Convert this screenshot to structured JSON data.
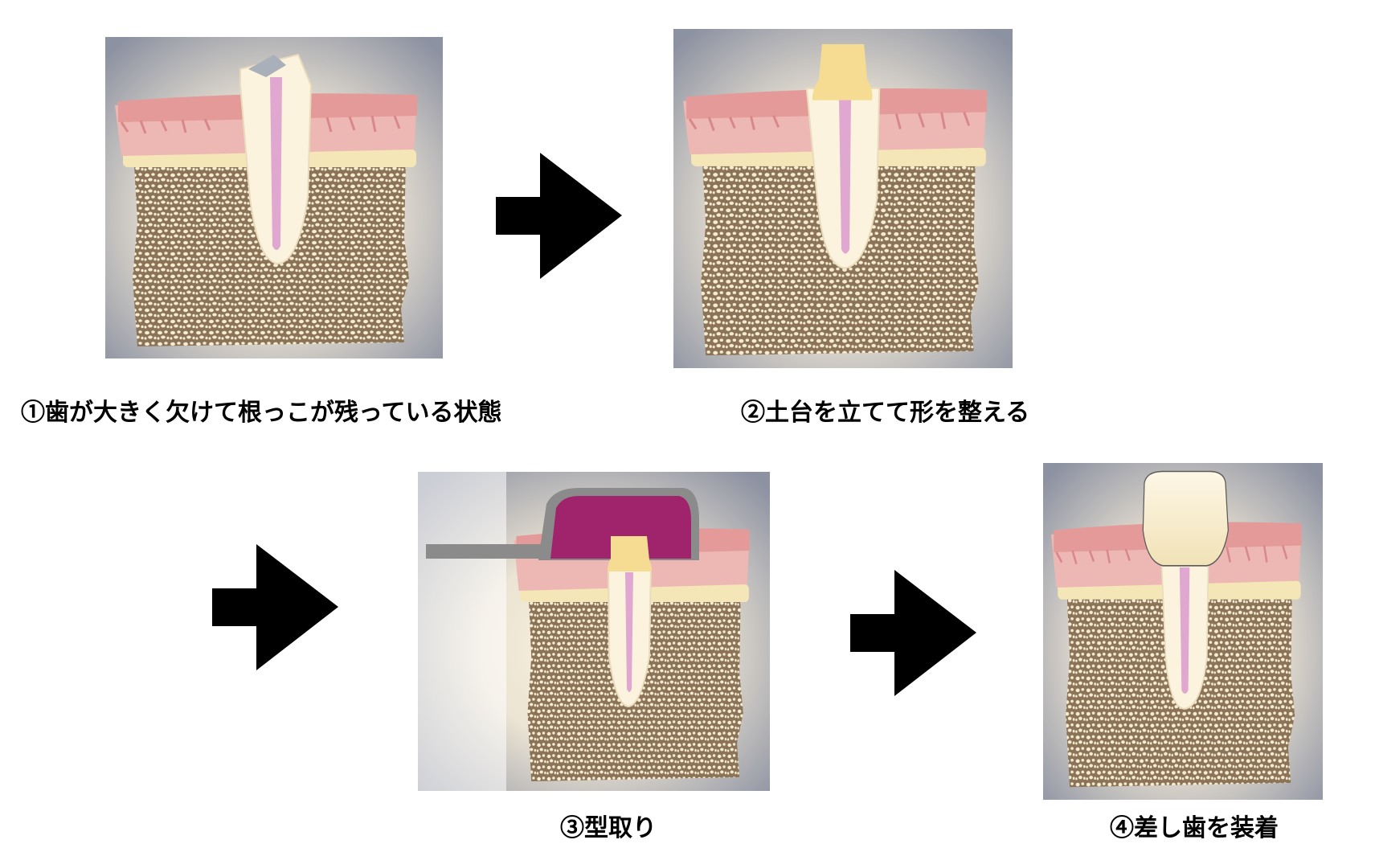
{
  "steps": [
    {
      "caption": "①歯が大きく欠けて根っこが残っている状態"
    },
    {
      "caption": "②土台を立てて形を整える"
    },
    {
      "caption": "③型取り"
    },
    {
      "caption": "④差し歯を装着"
    }
  ],
  "colors": {
    "gum": "#e49a98",
    "gum_light": "#edb8b4",
    "bone_layer": "#f5e6b8",
    "bone": "#8b7358",
    "bone_holes": "#f6ecd2",
    "root": "#fbf3de",
    "pulp": "#e0a8d0",
    "core": "#f6dc93",
    "impression_tray": "#8b8b8b",
    "impression_material": "#a0246c",
    "crown": "#f6ebc8",
    "filling": "#a9b0b9",
    "background_shadow": "#8d92a2",
    "arrow": "#000000"
  },
  "icons": [
    "arrow-right-icon"
  ]
}
